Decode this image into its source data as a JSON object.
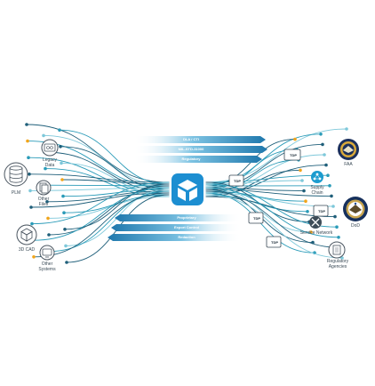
{
  "banners_top": [
    "DLA / CTI",
    "MIL-STD-31000",
    "Regulatory"
  ],
  "banners_bottom": [
    "Proprietary",
    "Export Control",
    "Redaction"
  ],
  "left_nodes": {
    "plm": "PLM",
    "legacy": "Legacy\nData",
    "other_files": "Other\nFiles",
    "cad": "3D CAD",
    "other_systems": "Other\nSystems"
  },
  "right_nodes": {
    "faa": "FAA",
    "supply_chain": "Supply\nChain",
    "dod": "DoD",
    "service_network": "Service Network",
    "regulatory_agencies": "Regulatory\nAgencies"
  },
  "tdp_label": "TDP",
  "colors": {
    "line_dark": "#1f5f7a",
    "line_teal": "#2a9bb8",
    "line_light": "#7ec8da",
    "accent_orange": "#f2a51a",
    "hub_blue": "#1c8ed1",
    "banner": "#2a86b8"
  }
}
